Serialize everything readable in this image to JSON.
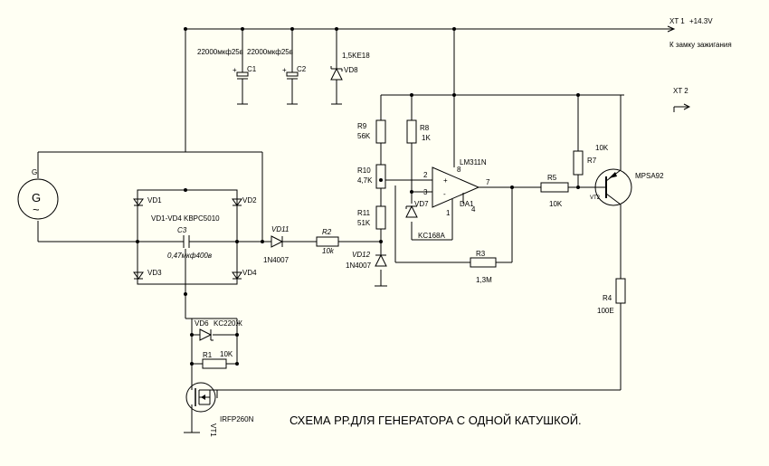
{
  "title": "СХЕМА РР.ДЛЯ ГЕНЕРАТОРА С ОДНОЙ КАТУШКОЙ.",
  "terminals": {
    "xt1_label": "XT 1",
    "xt1_voltage": "+14.3V",
    "xt1_note": "К замку зажигания",
    "xt2_label": "XT  2"
  },
  "generator": {
    "ref": "G",
    "letter": "G",
    "tilde": "~"
  },
  "bridge": {
    "vd1": "VD1",
    "vd2": "VD2",
    "vd3": "VD3",
    "vd4": "VD4",
    "name": "VD1-VD4 KBPC5010"
  },
  "c3": {
    "ref": "C3",
    "value": "0,47мкф400в"
  },
  "c1": {
    "value": "22000мкф25в",
    "ref": "C1",
    "plus": "+"
  },
  "c2": {
    "value": "22000мкф25в",
    "ref": "C2",
    "plus": "+"
  },
  "vd8": {
    "ref": "VD8",
    "value": "1,5KE18"
  },
  "r9": {
    "ref": "R9",
    "value": "56K"
  },
  "r8": {
    "ref": "R8",
    "value": "1K"
  },
  "r10": {
    "ref": "R10",
    "value": "4,7K"
  },
  "r11": {
    "ref": "R11",
    "value": "51K"
  },
  "vd7": {
    "ref": "VD7",
    "value": "KC168A"
  },
  "vd11": {
    "ref": "VD11",
    "value": "1N4007"
  },
  "r2": {
    "ref": "R2",
    "value": "10k"
  },
  "vd12": {
    "ref": "VD12",
    "value": "1N4007"
  },
  "opamp": {
    "ref": "LM311N",
    "da": "DA1",
    "pin2": "2",
    "pin3": "3",
    "pin8": "8",
    "pin7": "7",
    "pin1": "1",
    "pin4": "4",
    "plus": "+",
    "minus": "-"
  },
  "r3": {
    "ref": "R3",
    "value": "1,3M"
  },
  "r5": {
    "ref": "R5",
    "value": "10K"
  },
  "r7": {
    "ref": "R7",
    "value": "10K"
  },
  "vt2": {
    "ref": "VT2",
    "value": "MPSA92"
  },
  "r4": {
    "ref": "R4",
    "value": "100E"
  },
  "vd6": {
    "ref": "VD6",
    "value": "KC220Ж"
  },
  "r1": {
    "ref": "R1",
    "value": "10K"
  },
  "vt1": {
    "ref": "VT1",
    "value": "IRFP260N"
  }
}
